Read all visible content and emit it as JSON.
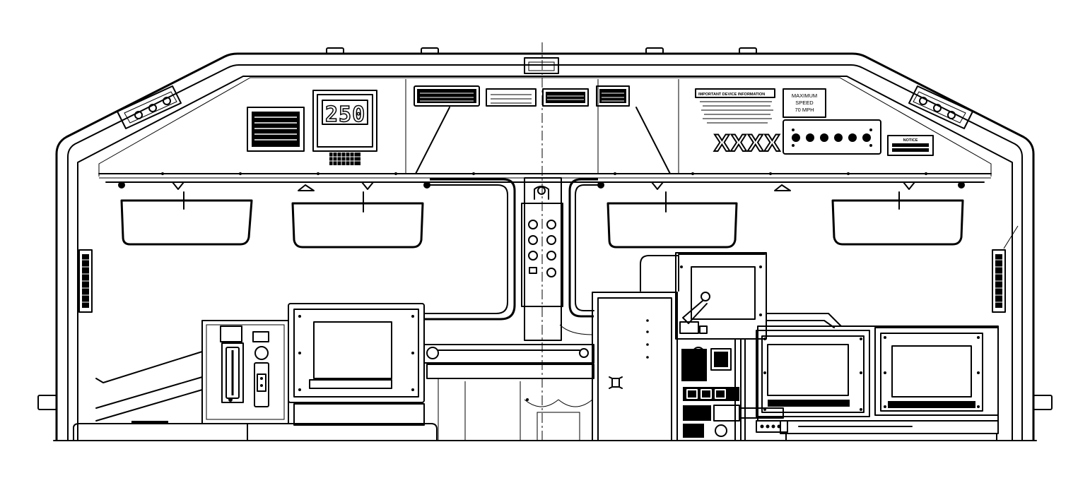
{
  "speed_display": {
    "value": "250"
  },
  "unit_number": {
    "value": "XXXX"
  },
  "speed_placard": {
    "line1": "MAXIMUM",
    "line2": "SPEED",
    "line3": "70 MPH"
  },
  "notice_placard": {
    "heading": "NOTICE"
  },
  "info_placard": {
    "heading": "IMPORTANT DEVICE INFORMATION"
  }
}
